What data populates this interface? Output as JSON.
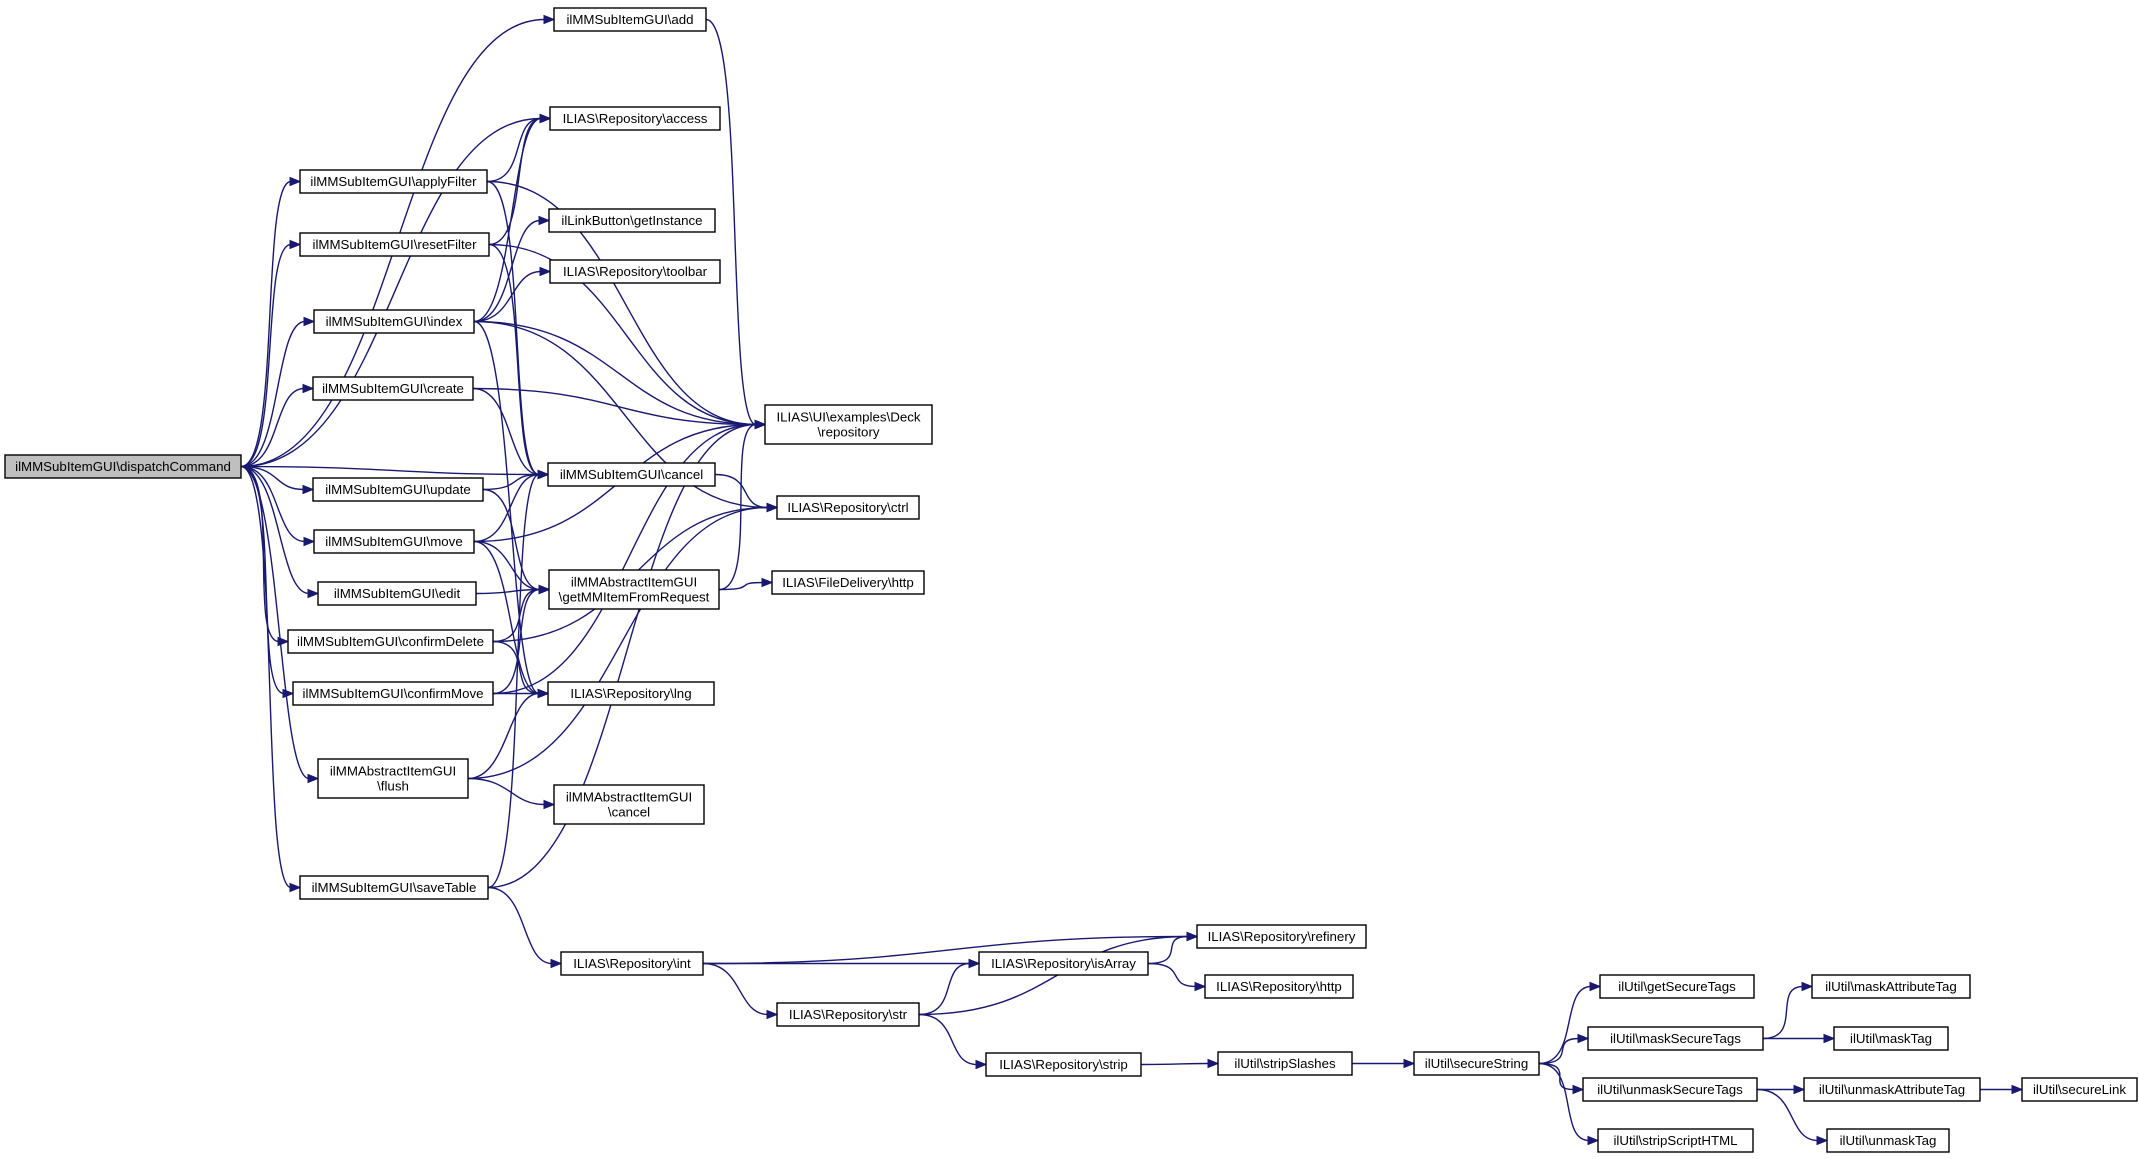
{
  "nodes": [
    {
      "id": "root",
      "lines": [
        "ilMMSubItemGUI\\dispatchCommand"
      ]
    },
    {
      "id": "add",
      "lines": [
        "ilMMSubItemGUI\\add"
      ]
    },
    {
      "id": "access",
      "lines": [
        "ILIAS\\Repository\\access"
      ]
    },
    {
      "id": "applyFilter",
      "lines": [
        "ilMMSubItemGUI\\applyFilter"
      ]
    },
    {
      "id": "linkbtn",
      "lines": [
        "ilLinkButton\\getInstance"
      ]
    },
    {
      "id": "resetFilter",
      "lines": [
        "ilMMSubItemGUI\\resetFilter"
      ]
    },
    {
      "id": "toolbar",
      "lines": [
        "ILIAS\\Repository\\toolbar"
      ]
    },
    {
      "id": "index",
      "lines": [
        "ilMMSubItemGUI\\index"
      ]
    },
    {
      "id": "create",
      "lines": [
        "ilMMSubItemGUI\\create"
      ]
    },
    {
      "id": "deck",
      "lines": [
        "ILIAS\\UI\\examples\\Deck",
        "\\repository"
      ]
    },
    {
      "id": "cancel",
      "lines": [
        "ilMMSubItemGUI\\cancel"
      ]
    },
    {
      "id": "update",
      "lines": [
        "ilMMSubItemGUI\\update"
      ]
    },
    {
      "id": "ctrl",
      "lines": [
        "ILIAS\\Repository\\ctrl"
      ]
    },
    {
      "id": "move",
      "lines": [
        "ilMMSubItemGUI\\move"
      ]
    },
    {
      "id": "getMM",
      "lines": [
        "ilMMAbstractItemGUI",
        "\\getMMItemFromRequest"
      ]
    },
    {
      "id": "fdhttp",
      "lines": [
        "ILIAS\\FileDelivery\\http"
      ]
    },
    {
      "id": "edit",
      "lines": [
        "ilMMSubItemGUI\\edit"
      ]
    },
    {
      "id": "confirmDelete",
      "lines": [
        "ilMMSubItemGUI\\confirmDelete"
      ]
    },
    {
      "id": "confirmMove",
      "lines": [
        "ilMMSubItemGUI\\confirmMove"
      ]
    },
    {
      "id": "lng",
      "lines": [
        "ILIAS\\Repository\\lng"
      ]
    },
    {
      "id": "flush",
      "lines": [
        "ilMMAbstractItemGUI",
        "\\flush"
      ]
    },
    {
      "id": "abscancel",
      "lines": [
        "ilMMAbstractItemGUI",
        "\\cancel"
      ]
    },
    {
      "id": "saveTable",
      "lines": [
        "ilMMSubItemGUI\\saveTable"
      ]
    },
    {
      "id": "refinery",
      "lines": [
        "ILIAS\\Repository\\refinery"
      ]
    },
    {
      "id": "int",
      "lines": [
        "ILIAS\\Repository\\int"
      ]
    },
    {
      "id": "isArray",
      "lines": [
        "ILIAS\\Repository\\isArray"
      ]
    },
    {
      "id": "rhttp",
      "lines": [
        "ILIAS\\Repository\\http"
      ]
    },
    {
      "id": "str",
      "lines": [
        "ILIAS\\Repository\\str"
      ]
    },
    {
      "id": "strip",
      "lines": [
        "ILIAS\\Repository\\strip"
      ]
    },
    {
      "id": "stripSlashes",
      "lines": [
        "ilUtil\\stripSlashes"
      ]
    },
    {
      "id": "secureString",
      "lines": [
        "ilUtil\\secureString"
      ]
    },
    {
      "id": "getSecureTags",
      "lines": [
        "ilUtil\\getSecureTags"
      ]
    },
    {
      "id": "maskSecureTags",
      "lines": [
        "ilUtil\\maskSecureTags"
      ]
    },
    {
      "id": "unmaskSecureTags",
      "lines": [
        "ilUtil\\unmaskSecureTags"
      ]
    },
    {
      "id": "stripScriptHTML",
      "lines": [
        "ilUtil\\stripScriptHTML"
      ]
    },
    {
      "id": "maskAttributeTag",
      "lines": [
        "ilUtil\\maskAttributeTag"
      ]
    },
    {
      "id": "maskTag",
      "lines": [
        "ilUtil\\maskTag"
      ]
    },
    {
      "id": "unmaskAttributeTag",
      "lines": [
        "ilUtil\\unmaskAttributeTag"
      ]
    },
    {
      "id": "unmaskTag",
      "lines": [
        "ilUtil\\unmaskTag"
      ]
    },
    {
      "id": "secureLink",
      "lines": [
        "ilUtil\\secureLink"
      ]
    }
  ],
  "edges": [
    [
      "root",
      "add"
    ],
    [
      "root",
      "access"
    ],
    [
      "root",
      "applyFilter"
    ],
    [
      "root",
      "resetFilter"
    ],
    [
      "root",
      "index"
    ],
    [
      "root",
      "create"
    ],
    [
      "root",
      "cancel"
    ],
    [
      "root",
      "update"
    ],
    [
      "root",
      "move"
    ],
    [
      "root",
      "edit"
    ],
    [
      "root",
      "confirmDelete"
    ],
    [
      "root",
      "confirmMove"
    ],
    [
      "root",
      "flush"
    ],
    [
      "root",
      "saveTable"
    ],
    [
      "add",
      "deck"
    ],
    [
      "applyFilter",
      "access"
    ],
    [
      "applyFilter",
      "deck"
    ],
    [
      "applyFilter",
      "cancel"
    ],
    [
      "resetFilter",
      "access"
    ],
    [
      "resetFilter",
      "deck"
    ],
    [
      "resetFilter",
      "cancel"
    ],
    [
      "index",
      "access"
    ],
    [
      "index",
      "linkbtn"
    ],
    [
      "index",
      "toolbar"
    ],
    [
      "index",
      "deck"
    ],
    [
      "index",
      "ctrl"
    ],
    [
      "index",
      "lng"
    ],
    [
      "create",
      "deck"
    ],
    [
      "create",
      "cancel"
    ],
    [
      "cancel",
      "ctrl"
    ],
    [
      "update",
      "cancel"
    ],
    [
      "update",
      "getMM"
    ],
    [
      "move",
      "cancel"
    ],
    [
      "move",
      "deck"
    ],
    [
      "move",
      "getMM"
    ],
    [
      "move",
      "lng"
    ],
    [
      "edit",
      "getMM"
    ],
    [
      "confirmDelete",
      "getMM"
    ],
    [
      "confirmDelete",
      "lng"
    ],
    [
      "confirmDelete",
      "ctrl"
    ],
    [
      "confirmMove",
      "getMM"
    ],
    [
      "confirmMove",
      "lng"
    ],
    [
      "confirmMove",
      "deck"
    ],
    [
      "flush",
      "lng"
    ],
    [
      "flush",
      "abscancel"
    ],
    [
      "flush",
      "ctrl"
    ],
    [
      "saveTable",
      "cancel"
    ],
    [
      "saveTable",
      "deck"
    ],
    [
      "saveTable",
      "int"
    ],
    [
      "getMM",
      "deck"
    ],
    [
      "getMM",
      "fdhttp"
    ],
    [
      "int",
      "refinery"
    ],
    [
      "int",
      "isArray"
    ],
    [
      "int",
      "str"
    ],
    [
      "isArray",
      "refinery"
    ],
    [
      "isArray",
      "rhttp"
    ],
    [
      "str",
      "isArray"
    ],
    [
      "str",
      "refinery"
    ],
    [
      "str",
      "strip"
    ],
    [
      "strip",
      "stripSlashes"
    ],
    [
      "stripSlashes",
      "secureString"
    ],
    [
      "secureString",
      "getSecureTags"
    ],
    [
      "secureString",
      "maskSecureTags"
    ],
    [
      "secureString",
      "unmaskSecureTags"
    ],
    [
      "secureString",
      "stripScriptHTML"
    ],
    [
      "maskSecureTags",
      "maskAttributeTag"
    ],
    [
      "maskSecureTags",
      "maskTag"
    ],
    [
      "unmaskSecureTags",
      "unmaskAttributeTag"
    ],
    [
      "unmaskSecureTags",
      "unmaskTag"
    ],
    [
      "unmaskAttributeTag",
      "secureLink"
    ]
  ]
}
